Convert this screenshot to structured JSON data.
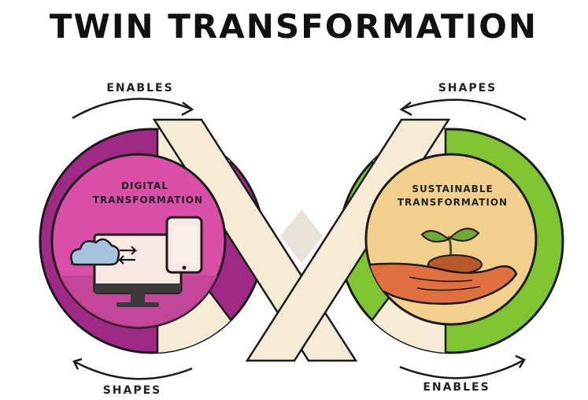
{
  "title": "TWIN TRANSFORMATION",
  "left_loop": {
    "label_line1": "DIGITAL",
    "label_line2": "TRANSFORMATION",
    "ring_color": "#9e2a86",
    "inner_color": "#d94fa8",
    "icons": [
      "cloud-icon",
      "sync-arrows-icon",
      "desktop-monitor-icon",
      "smartphone-icon"
    ]
  },
  "right_loop": {
    "label_line1": "SUSTAINABLE",
    "label_line2": "TRANSFORMATION",
    "ring_color": "#7fc431",
    "inner_color": "#f2cf8c",
    "icons": [
      "seedling-icon",
      "hand-icon"
    ]
  },
  "arrows": {
    "top_left": "ENABLES",
    "top_right": "SHAPES",
    "bottom_left": "SHAPES",
    "bottom_right": "ENABLES"
  },
  "band_color": "#f6ecd6"
}
